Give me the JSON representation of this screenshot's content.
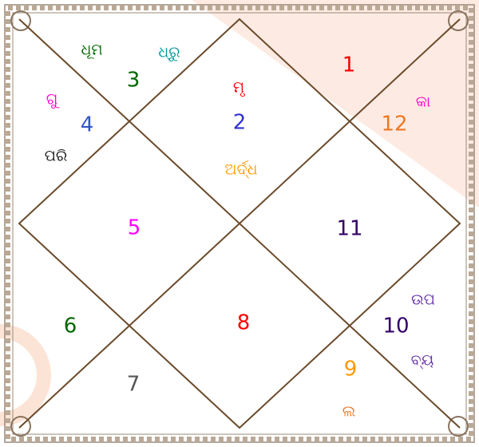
{
  "colors": {
    "background": "#ffffff",
    "border": "#8a7560",
    "lines": "#6b4a2a",
    "watermark": "#fde3d8"
  },
  "houses": [
    {
      "house": 1,
      "sign": "1",
      "color": "#ff0000",
      "planets": []
    },
    {
      "house": 2,
      "sign": "12",
      "color": "#ee7722",
      "planets": [
        {
          "text": "କା",
          "color": "#ff00cc"
        }
      ]
    },
    {
      "house": 3,
      "sign": "11",
      "color": "#330066",
      "planets": []
    },
    {
      "house": 4,
      "sign": "10",
      "color": "#330066",
      "planets": [
        {
          "text": "ଉପ",
          "color": "#6633aa"
        },
        {
          "text": "ବ୍ୟ",
          "color": "#6633aa"
        }
      ]
    },
    {
      "house": 5,
      "sign": "9",
      "color": "#ff9900",
      "planets": [
        {
          "text": "ଲ",
          "color": "#ee7722"
        }
      ]
    },
    {
      "house": 6,
      "sign": "8",
      "color": "#ff0000",
      "planets": []
    },
    {
      "house": 7,
      "sign": "7",
      "color": "#555555",
      "planets": []
    },
    {
      "house": 8,
      "sign": "6",
      "color": "#006600",
      "planets": []
    },
    {
      "house": 9,
      "sign": "5",
      "color": "#ff00ff",
      "planets": []
    },
    {
      "house": 10,
      "sign": "4",
      "color": "#3355cc",
      "planets": [
        {
          "text": "ଗୁ",
          "color": "#ff00cc"
        },
        {
          "text": "ପରି",
          "color": "#111111"
        }
      ]
    },
    {
      "house": 11,
      "sign": "3",
      "color": "#006600",
      "planets": [
        {
          "text": "ଧୂମ",
          "color": "#006600"
        },
        {
          "text": "ଧ୍ରୁ",
          "color": "#009999"
        }
      ]
    },
    {
      "house": 12,
      "sign": "2",
      "color": "#3333cc",
      "planets": [
        {
          "text": "ମୃ",
          "color": "#ff0000"
        },
        {
          "text": "ଅର୍ଦ୍ଧ",
          "color": "#ff9900"
        }
      ]
    }
  ]
}
